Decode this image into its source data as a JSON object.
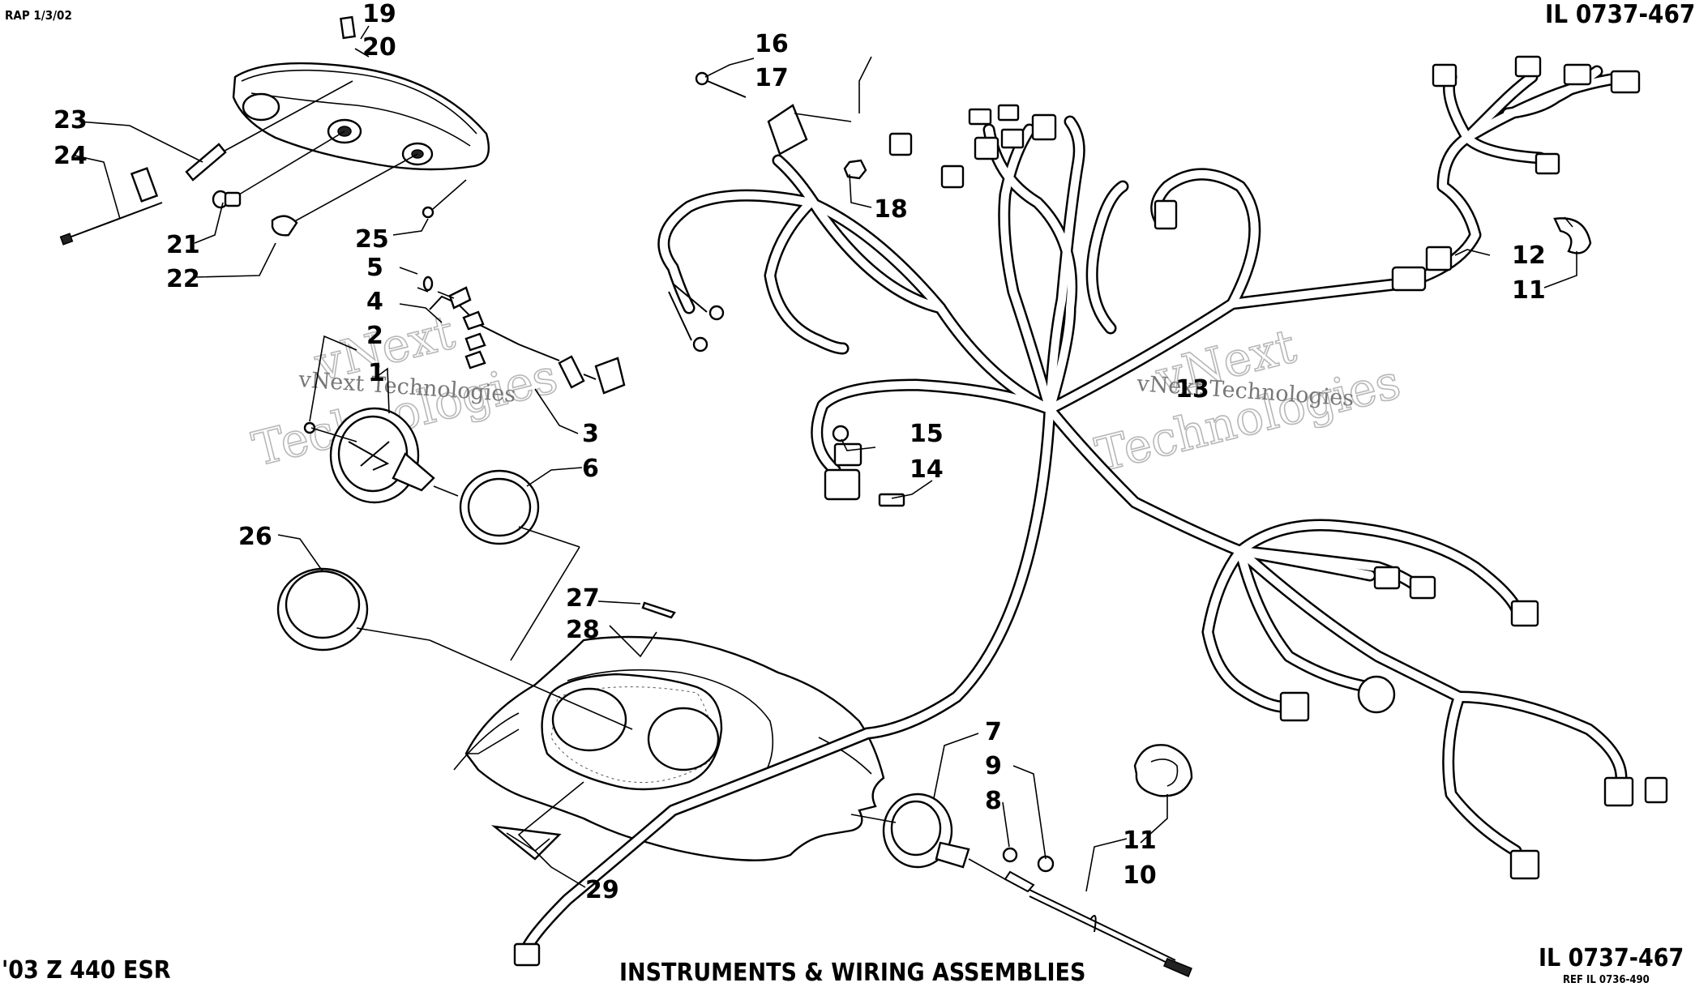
{
  "header": {
    "rap_date": "RAP 1/3/02",
    "il_number_top": "IL 0737-467"
  },
  "footer": {
    "model": "'03 Z 440 ESR",
    "title": "INSTRUMENTS & WIRING ASSEMBLIES",
    "il_number_bottom": "IL 0737-467",
    "ref_number": "REF IL 0736-490"
  },
  "watermarks": {
    "line1": "vNext",
    "line2": "Technologies",
    "small": "vNext Technologies"
  },
  "callouts": {
    "c1": "1",
    "c2": "2",
    "c3": "3",
    "c4": "4",
    "c5": "5",
    "c6": "6",
    "c7": "7",
    "c8": "8",
    "c9": "9",
    "c10": "10",
    "c11a": "11",
    "c11b": "11",
    "c12": "12",
    "c13": "13",
    "c14": "14",
    "c15": "15",
    "c16": "16",
    "c17": "17",
    "c18": "18",
    "c19": "19",
    "c20": "20",
    "c21": "21",
    "c22": "22",
    "c23": "23",
    "c24": "24",
    "c25": "25",
    "c26": "26",
    "c27": "27",
    "c28": "28",
    "c29": "29"
  }
}
